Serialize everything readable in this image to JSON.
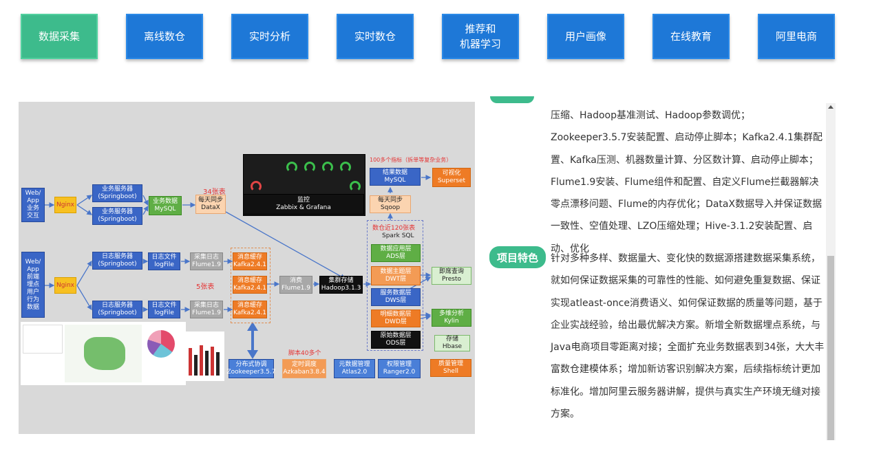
{
  "tabs": [
    {
      "label": "数据采集",
      "active": true
    },
    {
      "label": "离线数仓",
      "active": false
    },
    {
      "label": "实时分析",
      "active": false
    },
    {
      "label": "实时数仓",
      "active": false
    },
    {
      "label": "推荐和\n机器学习",
      "active": false
    },
    {
      "label": "用户画像",
      "active": false
    },
    {
      "label": "在线教育",
      "active": false
    },
    {
      "label": "阿里电商",
      "active": false
    }
  ],
  "diagram": {
    "web1": "Web/\nApp\n业务\n交互",
    "web2": "Web/\nApp\n前端\n埋点\n用户\n行为\n数据",
    "nginx": "Nginx",
    "biz_server": "业务服务器\n(Springboot)",
    "log_server": "日志服务器\n(Springboot)",
    "biz_mysql": "业务数据\nMySQL",
    "daily_sync_datax": "每天同步\nDataX",
    "tables34": "34张表",
    "tables5": "5张表",
    "logfile": "日志文件\nlogFile",
    "flume_collect": "采集日志\nFlume1.9",
    "kafka": "消息缓存\nKafka2.4.1",
    "flume_consume": "消费\nFlume1.9",
    "hadoop": "集群存储\nHadoop3.1.3",
    "monitor": "监控\nZabbix & Grafana",
    "metrics_label": "100多个指标（拆单等复杂业务）",
    "result_mysql": "结果数据\nMySQL",
    "superset": "可视化\nSuperset",
    "sqoop": "每天同步\nSqoop",
    "warehouse_label": "数仓近120张表",
    "sparksql": "Spark SQL",
    "ads": "数据应用层\nADS层",
    "dwt": "数据主题层\nDWT层",
    "dws": "服务数据层\nDWS层",
    "dwd": "明细数据层\nDWD层",
    "ods": "原始数据层\nODS层",
    "presto": "即席查询\nPresto",
    "kylin": "多维分析\nKylin",
    "hbase": "存储\nHbase",
    "zookeeper": "分布式协调\nZookeeper3.5.7",
    "scripts_label": "脚本40多个",
    "azkaban": "定时调度\nAzkaban3.8.4",
    "atlas": "元数据管理\nAtlas2.0",
    "ranger": "权限管理\nRanger2.0",
    "shell": "质量管理\nShell"
  },
  "content": {
    "para1": "压缩、Hadoop基准测试、Hadoop参数调优；Zookeeper3.5.7安装配置、启动停止脚本；Kafka2.4.1集群配置、Kafka压测、机器数量计算、分区数计算、启动停止脚本；Flume1.9安装、Flume组件和配置、自定义Flume拦截器解决零点漂移问题、Flume的内存优化；DataX数据导入并保证数据一致性、空值处理、LZO压缩处理；Hive-3.1.2安装配置、启动、优化",
    "badge": "项目特色",
    "para2": "针对多种多样、数据量大、变化快的数据源搭建数据采集系统，就如何保证数据采集的可靠性的性能、如何避免重复数据、保证实现atleast-once消费语义、如何保证数据的质量等问题，基于企业实战经验，给出最优解决方案。新增全新数据埋点系统，与Java电商项目零距离对接；全面扩充业务数据表到34张，大大丰富数仓建模体系；增加新访客识别解决方案，后续指标统计更加标准化。增加阿里云服务器讲解，提供与真实生产环境无缝对接方案。"
  },
  "colors": {
    "tab_active": "#3dbb8c",
    "tab": "#1e78d7"
  }
}
